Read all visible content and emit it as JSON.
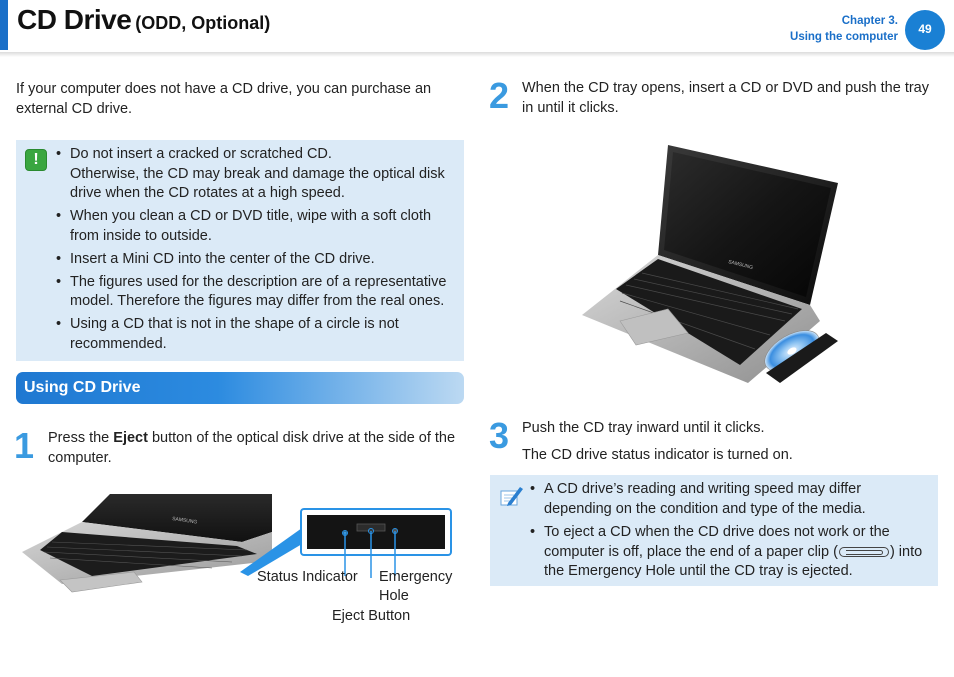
{
  "header": {
    "title_main": "CD Drive",
    "title_sub": "(ODD, Optional)",
    "chapter": "Chapter 3.",
    "chapter_title": "Using the computer",
    "page_number": "49"
  },
  "intro": "If your computer does not have a CD drive, you can purchase an external CD drive.",
  "warning": {
    "icon": "warning-icon",
    "items": [
      "Do not insert a cracked or scratched CD.",
      "Otherwise, the CD may break and damage the optical disk drive when the CD rotates at a high speed.",
      "When you clean a CD or DVD title, wipe with a soft cloth from inside to outside.",
      "Insert a Mini CD into the center of the CD drive.",
      "The figures used for the description are of a representative model. Therefore the figures may differ from the real ones.",
      "Using a CD that is not in the shape of a circle is not recommended."
    ]
  },
  "section": {
    "title": "Using CD Drive"
  },
  "steps": [
    {
      "number": "1",
      "pre": "Press the ",
      "bold": "Eject",
      "post": " button of the optical disk drive at the side of the computer."
    },
    {
      "number": "2",
      "text": "When the CD tray opens, insert a CD or DVD and push the tray in until it clicks."
    },
    {
      "number": "3",
      "text": "Push the CD tray inward until it clicks.",
      "subtext": "The CD drive status indicator is turned on."
    }
  ],
  "figure_labels": {
    "status": "Status Indicator",
    "emergency_1": "Emergency",
    "emergency_2": "Hole",
    "eject": "Eject Button"
  },
  "laptop_brand": "SAMSUNG",
  "tip": {
    "icon": "pencil-note-icon",
    "item1": "A CD drive’s reading and writing speed may differ depending on the condition and type of the media.",
    "item2_pre": "To eject a CD when the CD drive does not work or the computer is off, place the end of a paper clip (",
    "item2_post": ") into the Emergency Hole until the CD tray is ejected."
  },
  "colors": {
    "accent": "#1a6fc8",
    "box": "#dbeaf7",
    "step": "#3a9ae0",
    "warning": "#3aa640"
  }
}
